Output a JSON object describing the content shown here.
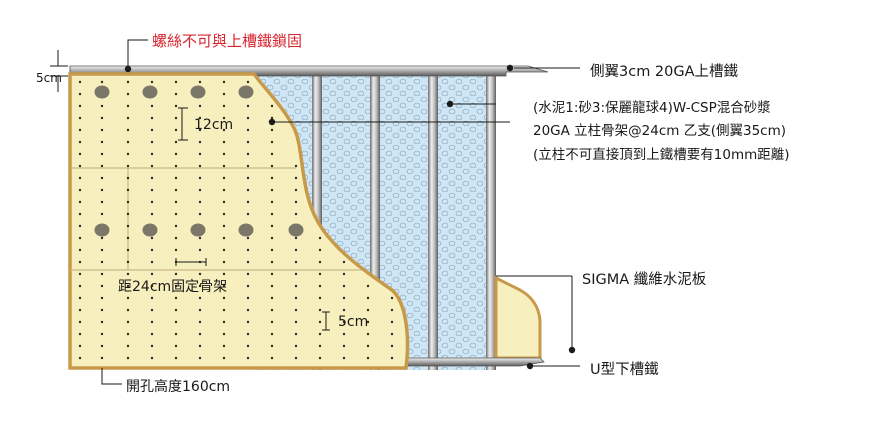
{
  "diagram": {
    "top_note": "螺絲不可與上槽鐵鎖固",
    "top_offset": "5cm",
    "screw_spacing_vertical": "12cm",
    "fixing_spacing": "距24cm固定骨架",
    "screw_edge_distance": "5cm",
    "hole_height": "開孔高度160cm",
    "callouts": {
      "top_track": "側翼3cm 20GA上槽鐵",
      "mortar": "(水泥1:砂3:保麗龍球4)W-CSP混合砂漿",
      "stud": "20GA 立柱骨架@24cm 乙支(側翼35cm)",
      "stud_note": "(立柱不可直接頂到上鐵槽要有10mm距離)",
      "board": "SIGMA 纖維水泥板",
      "bottom_track": "U型下槽鐵"
    },
    "colors": {
      "board": "#f7efbe",
      "board_edge": "#c79a4a",
      "mortar": "#cfe6f6",
      "steel": "#a9a9a9",
      "note_red": "#d9232d"
    }
  }
}
